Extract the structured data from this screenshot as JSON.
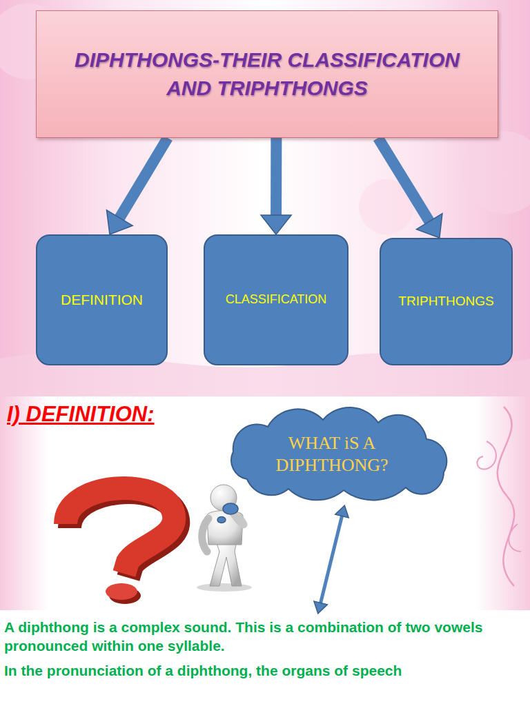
{
  "diagram": {
    "nodes": [
      {
        "text": [
          "DIPHTHONGS-THEIR CLASSIFICATION AND TRIPHTHONGS"
        ]
      },
      {
        "text": [
          "DEFINITION"
        ]
      },
      {
        "text": [
          "CLASSIFICATION"
        ]
      },
      {
        "text": [
          "TRIPHTHONGS"
        ]
      },
      {
        "text": [
          "WHAT iS A DIPHTHONG?"
        ]
      },
      {
        "text": [
          "A diphthong is a complex sound. This is a combination of two vowels pronounced within one syllable.",
          "In the pronunciation of a diphthong, the organs of speech"
        ]
      }
    ],
    "edges": [
      {
        "from": 0,
        "to": 1,
        "arrow": "to"
      },
      {
        "from": 0,
        "to": 2,
        "arrow": "to"
      },
      {
        "from": 0,
        "to": 3,
        "arrow": "to"
      },
      {
        "from": 4,
        "to": 5,
        "arrow": "both"
      }
    ],
    "labels": [
      "I) DEFINITION:"
    ]
  }
}
